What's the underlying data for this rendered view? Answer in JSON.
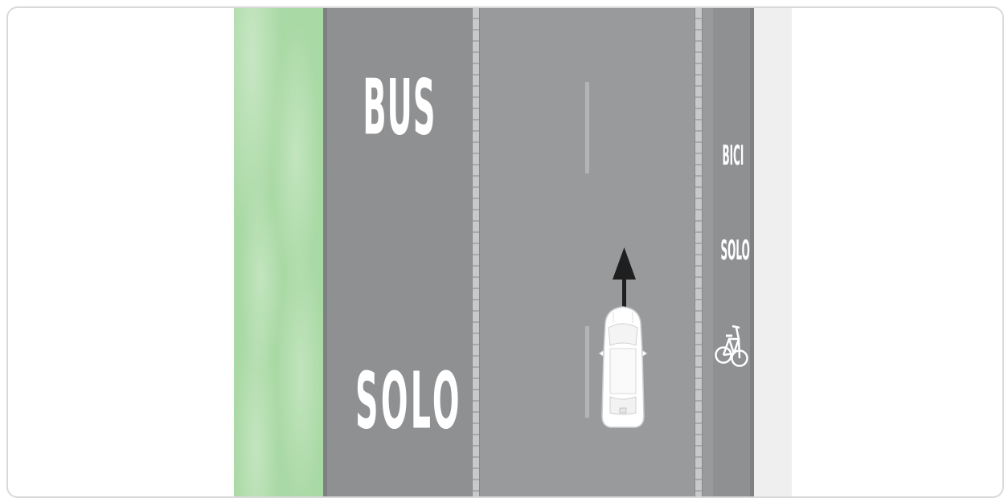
{
  "markings": {
    "bus_lane_top": "BUS",
    "bus_lane_bottom": "SOLO",
    "bike_lane_top": "BICI",
    "bike_lane_middle": "SOLO"
  },
  "icons": {
    "direction": "arrow-up-icon",
    "vehicle": "car-icon",
    "bicycle": "bicycle-icon"
  },
  "colors": {
    "grass": "#a9d9a4",
    "road": "#999a9c",
    "marking": "#ffffff",
    "arrow": "#1f1f1f",
    "sidewalk": "#efefef"
  }
}
